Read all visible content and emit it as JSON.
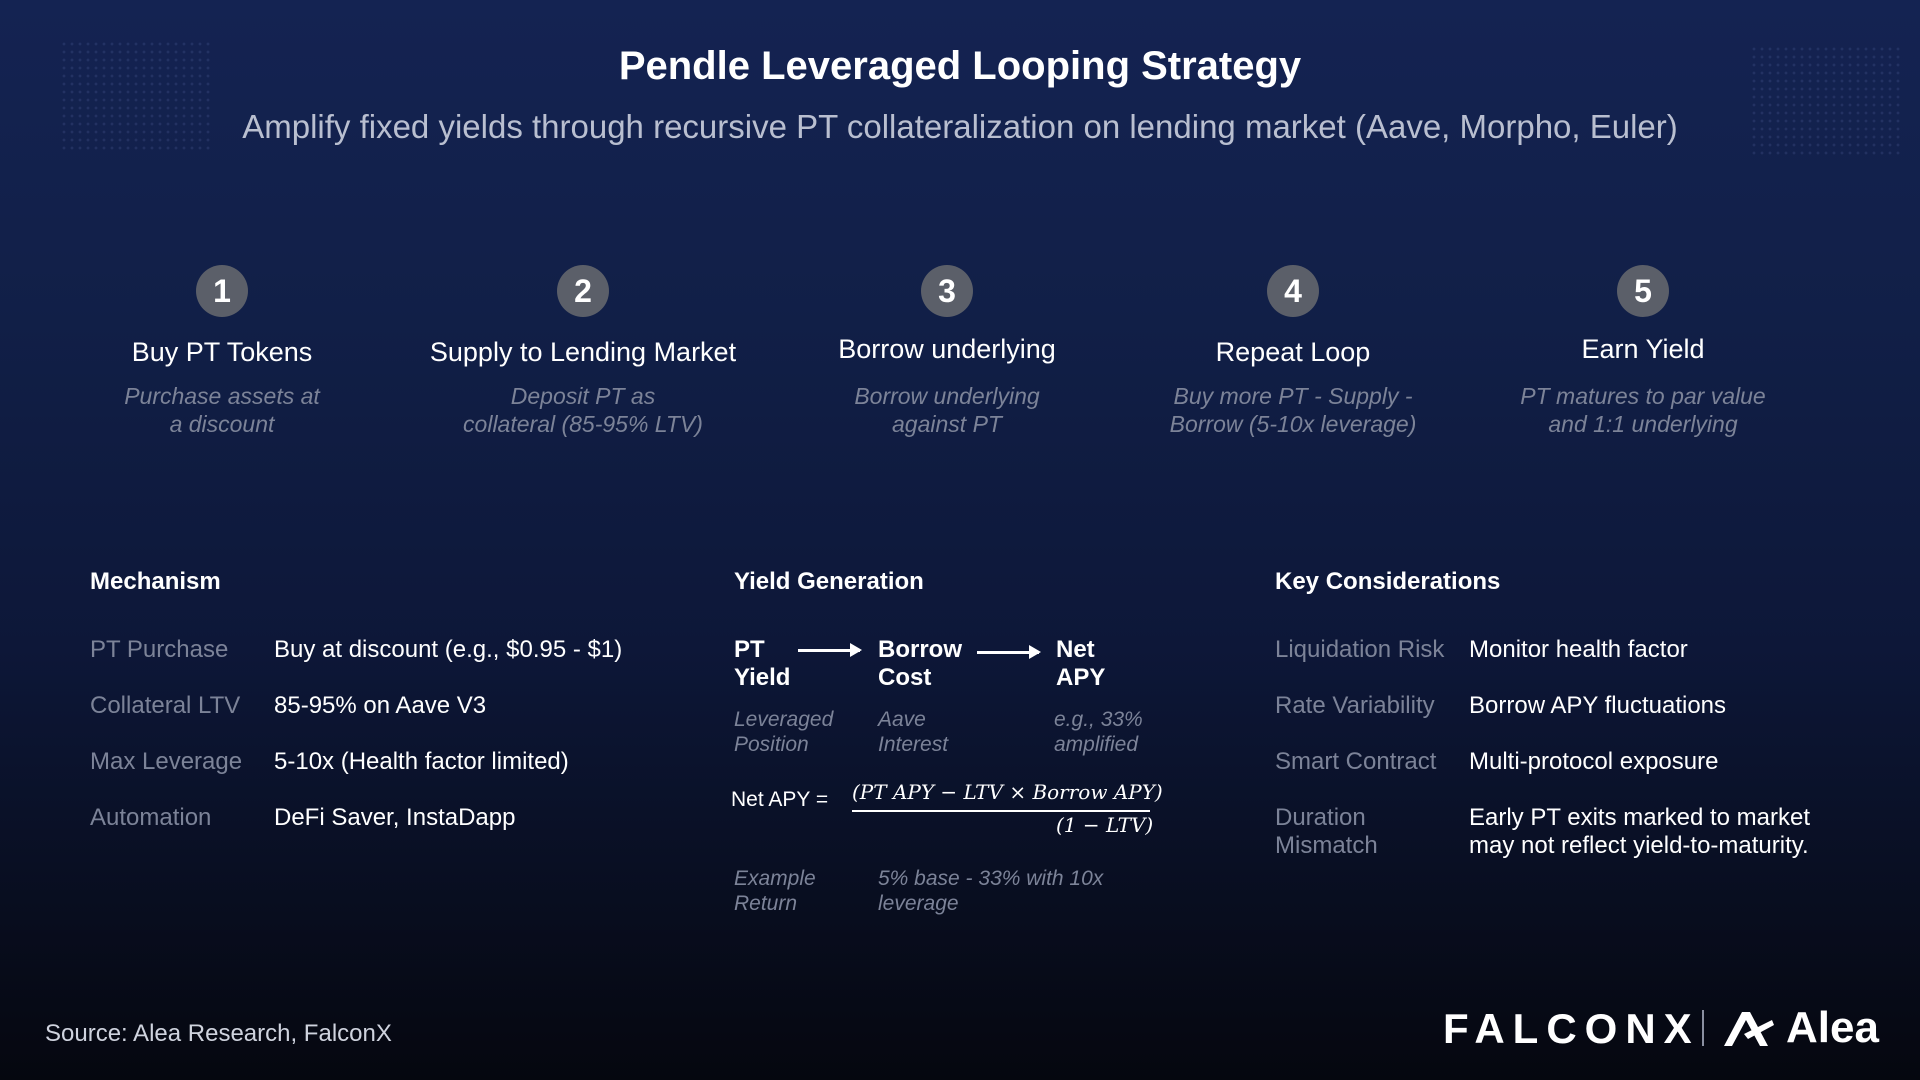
{
  "header": {
    "title": "Pendle Leveraged Looping Strategy",
    "subtitle": "Amplify fixed yields through recursive PT collateralization on lending market (Aave, Morpho, Euler)"
  },
  "steps": [
    {
      "number": "1",
      "title": "Buy PT Tokens",
      "desc": "Purchase assets at a discount"
    },
    {
      "number": "2",
      "title": "Supply to Lending Market",
      "desc": "Deposit PT as collateral (85-95% LTV)"
    },
    {
      "number": "3",
      "title": "Borrow underlying",
      "desc": "Borrow underlying against PT"
    },
    {
      "number": "4",
      "title": "Repeat Loop",
      "desc": "Buy more PT - Supply - Borrow (5-10x leverage)"
    },
    {
      "number": "5",
      "title": "Earn Yield",
      "desc": "PT matures to par value and 1:1 underlying"
    }
  ],
  "mechanism": {
    "heading": "Mechanism",
    "rows": [
      {
        "key": "PT Purchase",
        "value": "Buy at discount (e.g., $0.95 - $1)"
      },
      {
        "key": "Collateral LTV",
        "value": "85-95% on Aave V3"
      },
      {
        "key": "Max Leverage",
        "value": "5-10x (Health factor limited)"
      },
      {
        "key": "Automation",
        "value": "DeFi Saver, InstaDapp"
      }
    ]
  },
  "yield": {
    "heading": "Yield Generation",
    "nodes": [
      {
        "label_1": "PT",
        "label_2": "Yield",
        "sub_1": "Leveraged",
        "sub_2": "Position"
      },
      {
        "label_1": "Borrow",
        "label_2": "Cost",
        "sub_1": "Aave",
        "sub_2": "Interest"
      },
      {
        "label_1": "Net",
        "label_2": "APY",
        "sub_1": "e.g., 33%",
        "sub_2": "amplified"
      }
    ],
    "formula_label": "Net APY =",
    "formula_numerator": "(PT APY − LTV × Borrow APY)",
    "formula_denominator": "(1 − LTV)",
    "example_key_1": "Example",
    "example_key_2": "Return",
    "example_val_1": "5% base - 33% with 10x",
    "example_val_2": "leverage"
  },
  "considerations": {
    "heading": "Key Considerations",
    "rows": [
      {
        "key": "Liquidation Risk",
        "value": "Monitor health factor"
      },
      {
        "key": "Rate Variability",
        "value": "Borrow APY fluctuations"
      },
      {
        "key": "Smart Contract",
        "value": "Multi-protocol exposure"
      },
      {
        "key": "Duration Mismatch",
        "value": "Early PT exits marked to market may not reflect yield-to-maturity."
      }
    ]
  },
  "footer": {
    "source": "Source: Alea Research, FalconX",
    "logo_falconx": "FALCONX",
    "logo_alea": "Alea"
  },
  "colors": {
    "background_top": "#142352",
    "background_bottom": "#05070f",
    "step_circle": "#5b5f69",
    "muted_text": "#7c8398"
  }
}
